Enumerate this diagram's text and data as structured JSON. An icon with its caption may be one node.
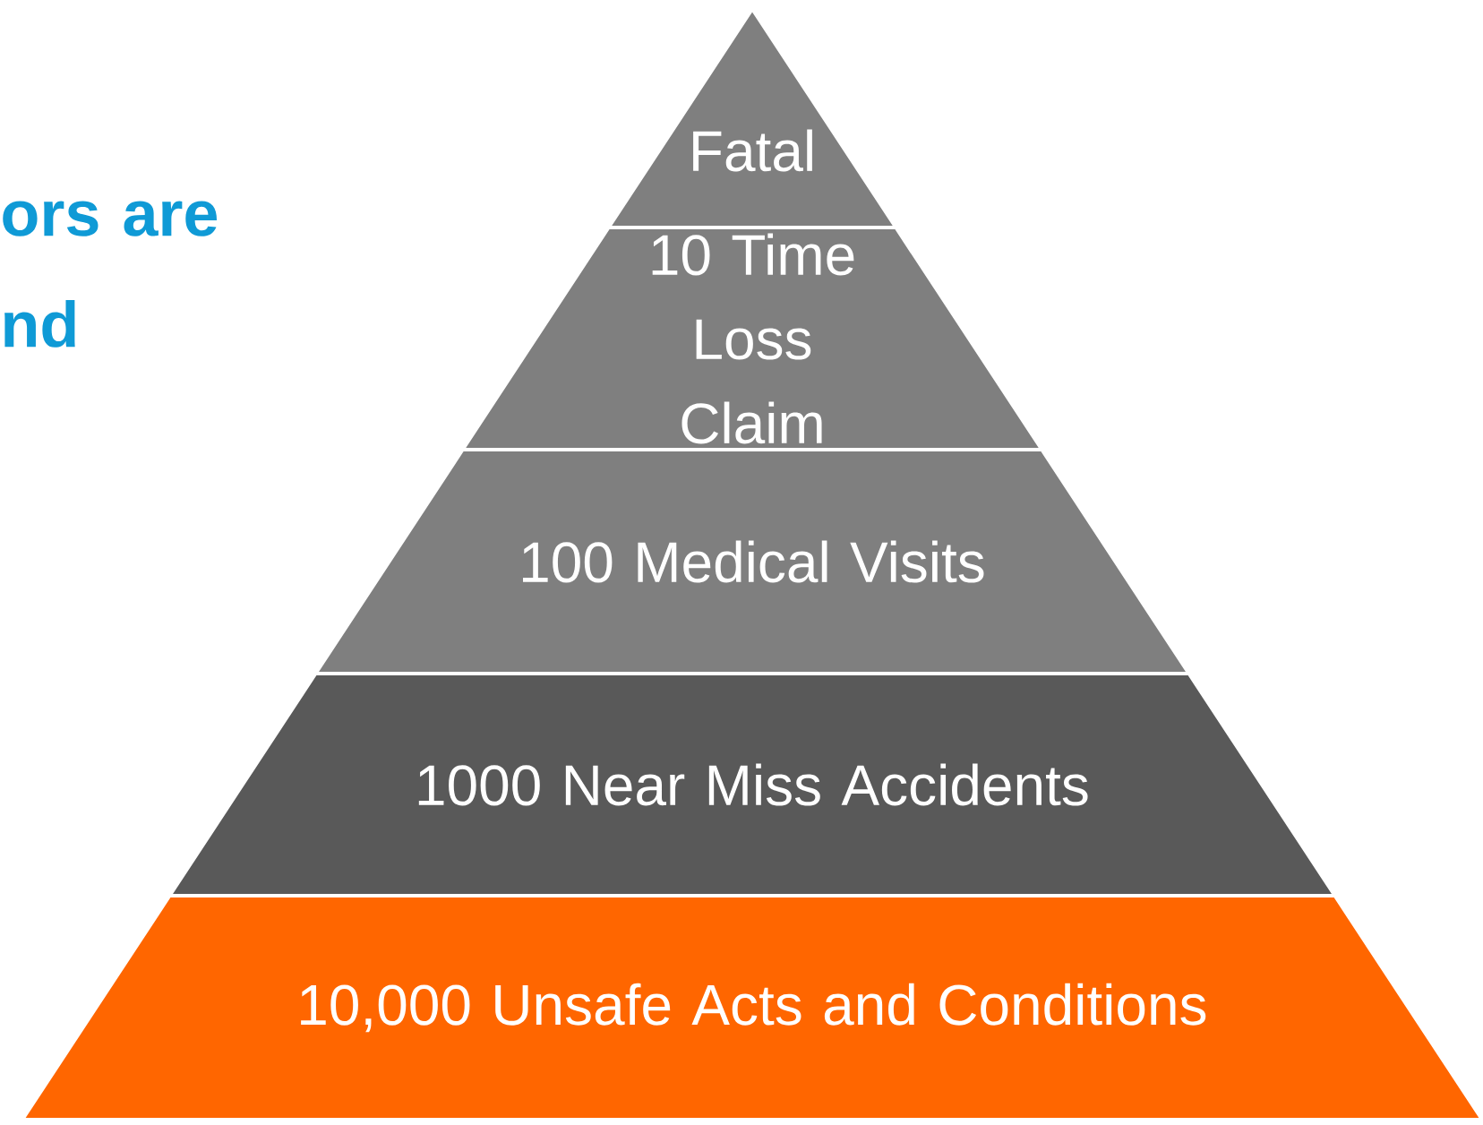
{
  "diagram": {
    "nodes": [
      {
        "text": [
          "Fatal"
        ]
      },
      {
        "text": [
          "10 Time Loss Claim"
        ]
      },
      {
        "text": [
          "100 Medical Visits"
        ]
      },
      {
        "text": [
          "1000 Near Miss Accidents"
        ]
      },
      {
        "text": [
          "10,000 Unsafe Acts and Conditions"
        ]
      }
    ],
    "labels": [
      "ors are nd"
    ]
  }
}
